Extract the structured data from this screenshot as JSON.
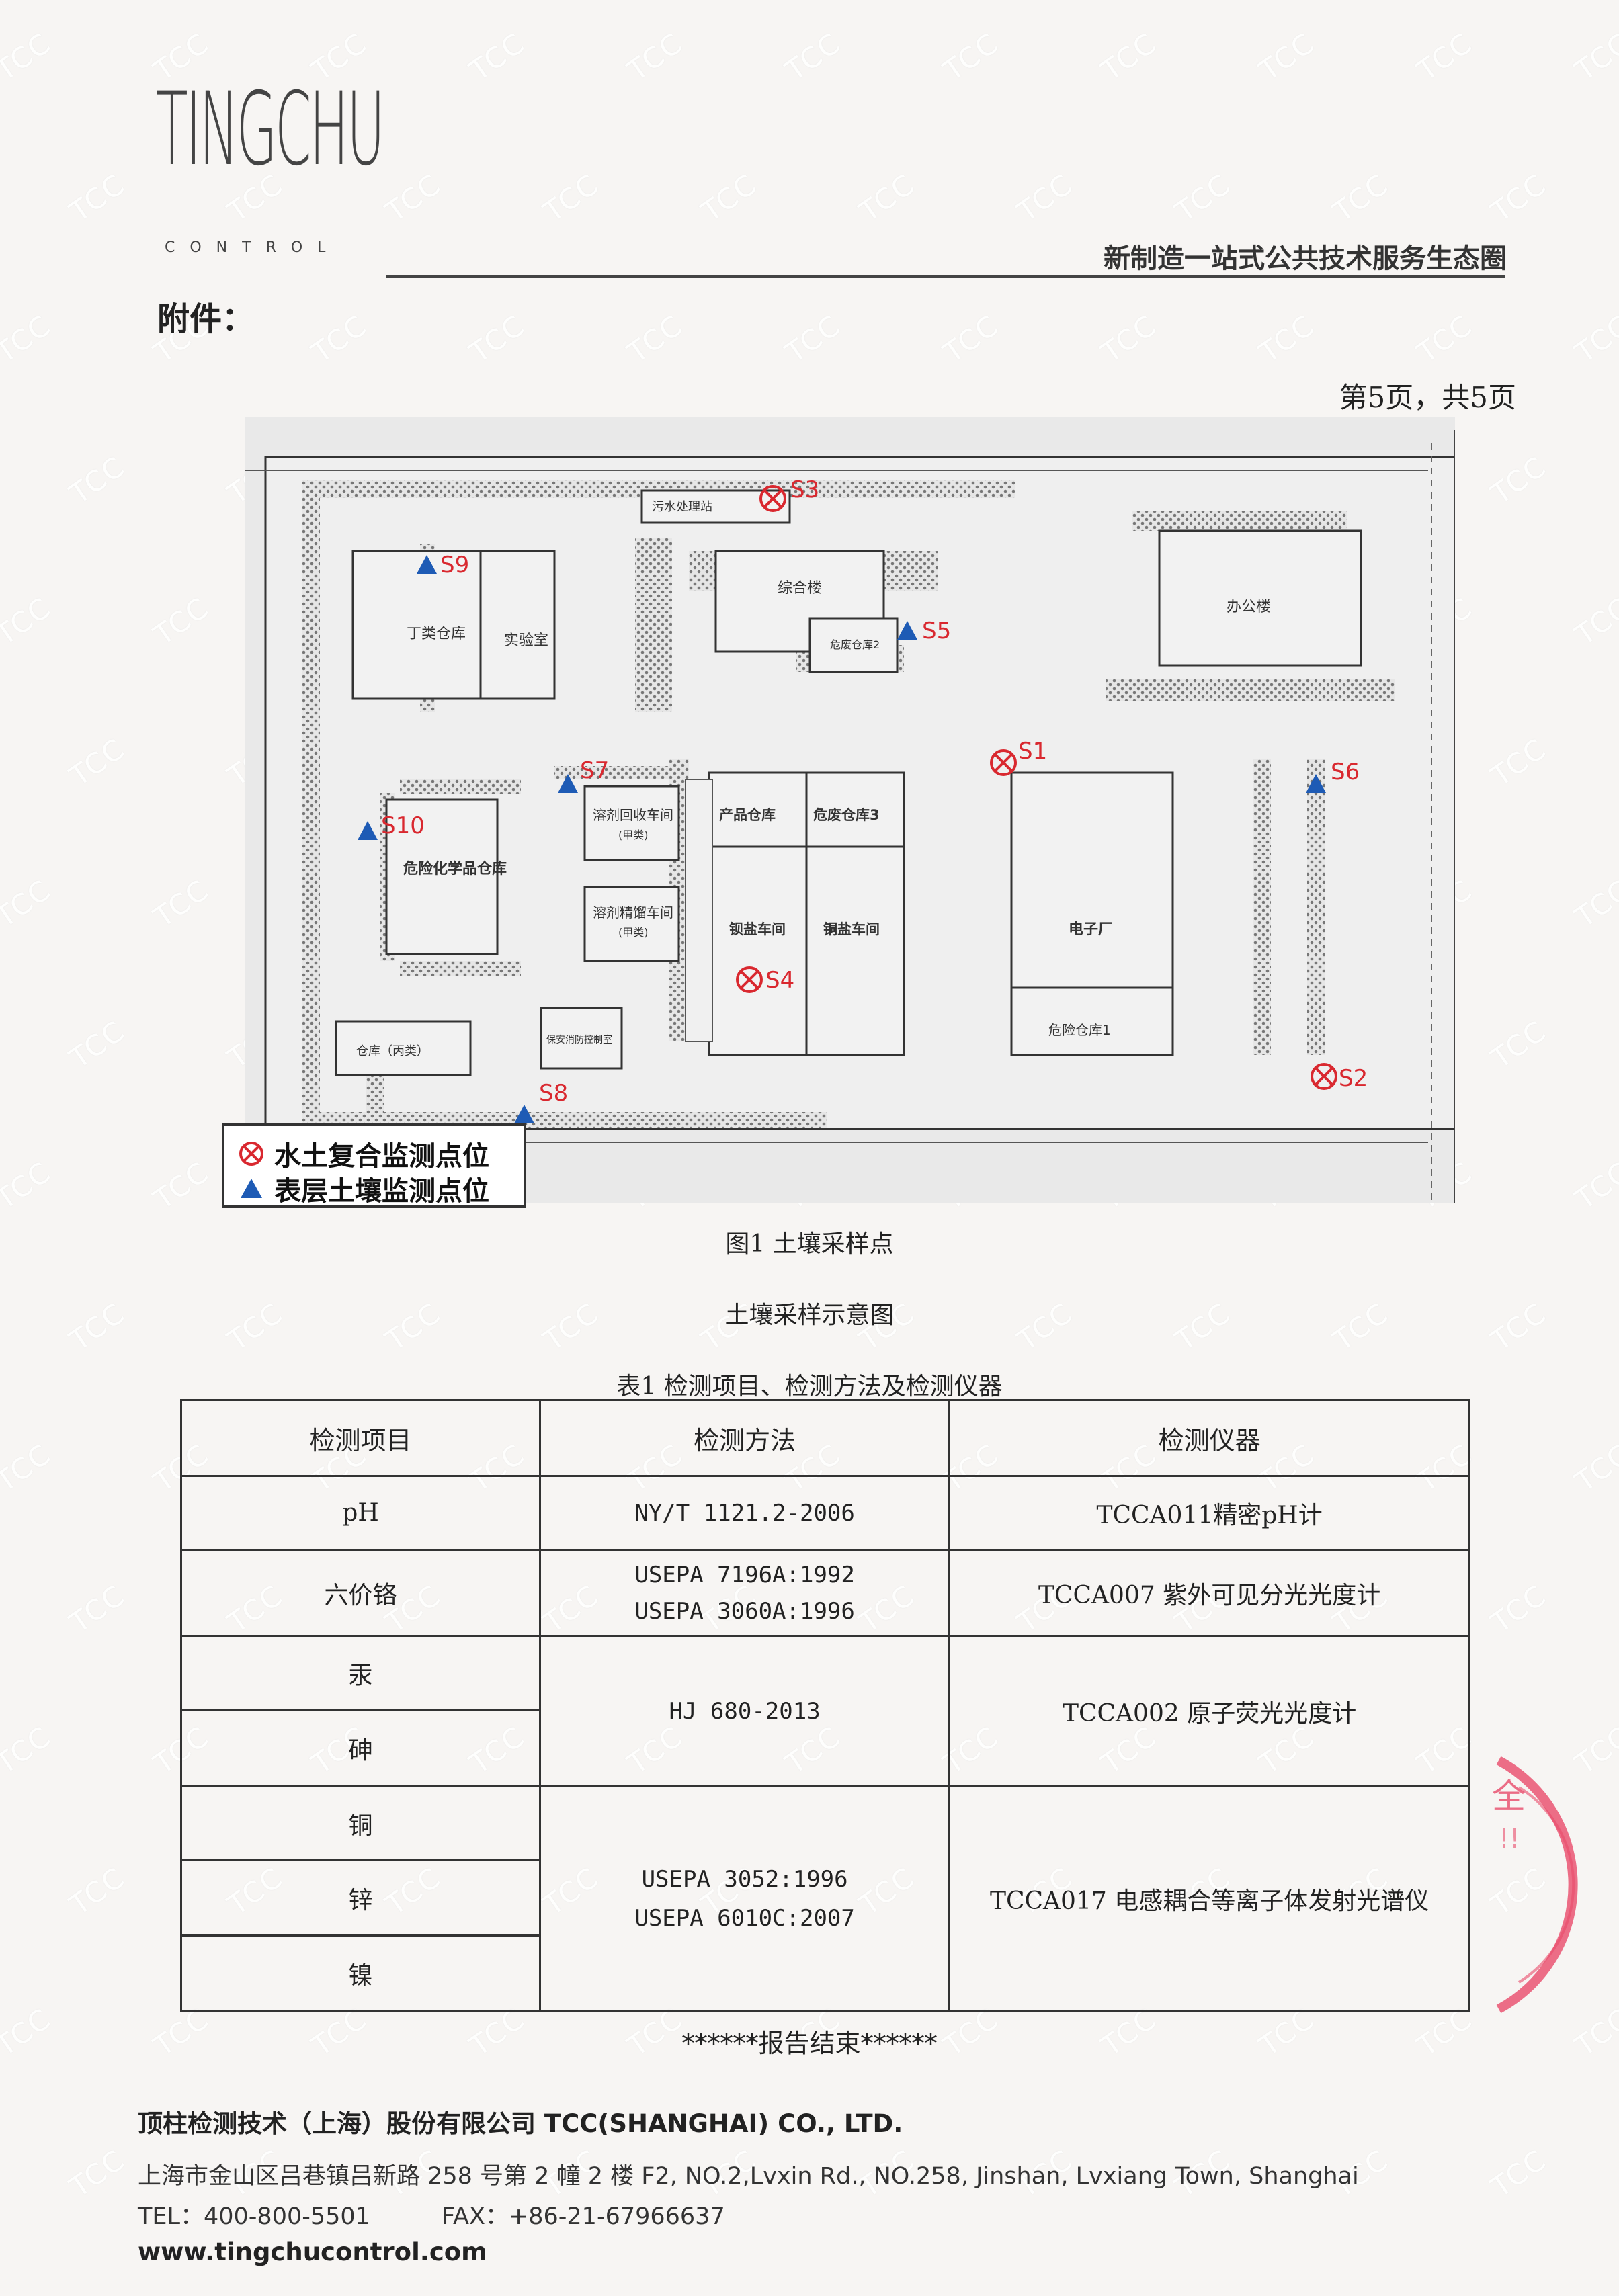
{
  "header": {
    "logo_main": "TINGCHU",
    "logo_sub": "CONTROL",
    "slogan": "新制造一站式公共技术服务生态圈"
  },
  "attachment_label": "附件：",
  "page_number": "第5页，共5页",
  "watermark_text": "TCC",
  "map": {
    "buildings": [
      "污水处理站",
      "丁类仓库",
      "实验室",
      "综合楼",
      "危废仓库2",
      "办公楼",
      "溶剂回收车间",
      "(甲类)",
      "危险化学品仓库",
      "溶剂精馏车间",
      "(甲类)",
      "产品仓库",
      "危废仓库3",
      "钡盐车间",
      "铜盐车间",
      "电子厂",
      "危险仓库1",
      "仓库（丙类）",
      "保安消防控制室"
    ],
    "points": [
      {
        "id": "S1",
        "type": "water-soil"
      },
      {
        "id": "S2",
        "type": "water-soil"
      },
      {
        "id": "S3",
        "type": "water-soil"
      },
      {
        "id": "S4",
        "type": "water-soil"
      },
      {
        "id": "S5",
        "type": "surface-soil"
      },
      {
        "id": "S6",
        "type": "surface-soil"
      },
      {
        "id": "S7",
        "type": "surface-soil"
      },
      {
        "id": "S8",
        "type": "surface-soil"
      },
      {
        "id": "S9",
        "type": "surface-soil"
      },
      {
        "id": "S10",
        "type": "surface-soil"
      }
    ],
    "legend": [
      {
        "symbol": "circle-x",
        "label": "水土复合监测点位",
        "color": "#d9282f"
      },
      {
        "symbol": "triangle",
        "label": "表层土壤监测点位",
        "color": "#1e5bb5"
      }
    ]
  },
  "figure_caption": "图1  土壤采样点",
  "figure_subtitle": "土壤采样示意图",
  "table": {
    "caption": "表1  检测项目、检测方法及检测仪器",
    "headers": [
      "检测项目",
      "检测方法",
      "检测仪器"
    ],
    "rows": {
      "r1": {
        "item": "pH",
        "method": "NY/T  1121.2-2006",
        "instrument": "TCCA011精密pH计"
      },
      "r2": {
        "item": "六价铬",
        "method_1": "USEPA  7196A:1992",
        "method_2": "USEPA  3060A:1996",
        "instrument": "TCCA007  紫外可见分光光度计"
      },
      "r3": {
        "item_1": "汞",
        "item_2": "砷",
        "method": "HJ  680-2013",
        "instrument": "TCCA002  原子荧光光度计"
      },
      "r4": {
        "item_1": "铜",
        "item_2": "锌",
        "item_3": "镍",
        "method_1": "USEPA  3052:1996",
        "method_2": "USEPA  6010C:2007",
        "instrument": "TCCA017  电感耦合等离子体发射光谱仪"
      }
    }
  },
  "report_end": "******报告结束******",
  "footer": {
    "company": "顶柱检测技术（上海）股份有限公司  TCC(SHANGHAI) CO., LTD.",
    "address": "上海市金山区吕巷镇吕新路 258 号第 2 幢 2 楼 F2, NO.2,Lvxin Rd., NO.258, Jinshan, Lvxiang Town, Shanghai",
    "tel": "TEL：400-800-5501",
    "fax": "FAX：+86-21-67966637",
    "website": "www.tingchucontrol.com"
  },
  "colors": {
    "accent_red": "#d9282f",
    "accent_blue": "#1e5bb5",
    "seal": "#e94b6a"
  }
}
